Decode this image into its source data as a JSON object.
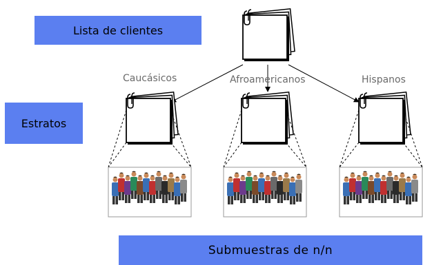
{
  "boxes": {
    "client_list": "Lista de clientes",
    "strata": "Estratos",
    "subsamples": "Submuestras de n/n"
  },
  "strata_labels": [
    "Caucásicos",
    "Afroamericanos",
    "Hispanos"
  ],
  "colors": {
    "box_fill": "#5b7ff0",
    "line": "#000000",
    "label_text": "#6a6a6a"
  },
  "icons": {
    "document": "document-stack-icon",
    "people": "people-group-icon"
  }
}
